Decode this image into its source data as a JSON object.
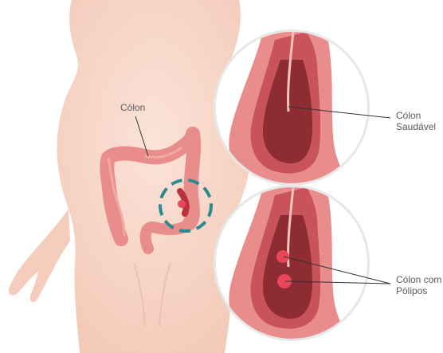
{
  "labels": {
    "colon": "Cólon",
    "healthy_line1": "Cólon",
    "healthy_line2": "Saudável",
    "polyps_line1": "Cólon com",
    "polyps_line2": "Pólipos"
  },
  "colors": {
    "skin": "#f7d4c4",
    "skin_light": "#fbe6dc",
    "colon": "#e98c8c",
    "colon_dark": "#c9535a",
    "colon_inner": "#8d2c33",
    "polyp": "#e8475a",
    "highlight_ring": "#2a8a8f",
    "circle_border": "#e7e7e7",
    "leader_line": "#333333",
    "label_text": "#5a5a5a"
  },
  "icons": {
    "highlight": "dashed-focus-circle"
  }
}
